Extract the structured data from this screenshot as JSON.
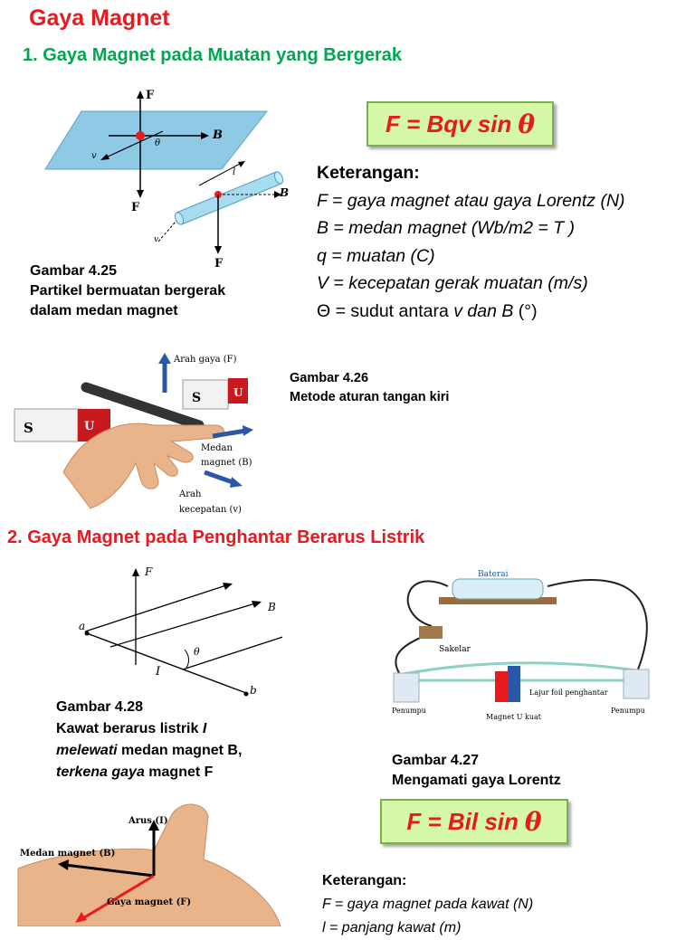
{
  "title": "Gaya Magnet",
  "section1": {
    "heading": "1. Gaya Magnet pada Muatan yang Bergerak"
  },
  "formula1": {
    "text": "F = Bqv sin",
    "symbol": "θ"
  },
  "keterangan1": {
    "heading": "Keterangan:",
    "lines": [
      "F = gaya magnet atau gaya Lorentz (N)",
      "B = medan magnet (Wb/m2 = T )",
      "q = muatan (C)",
      "V = kecepatan gerak muatan (m/s)"
    ],
    "theta_line": {
      "symbol": "Θ",
      "text1": " = sudut antara ",
      "text2": "v dan B",
      "text3": " (°)"
    }
  },
  "fig425": {
    "caption1": "Gambar 4.25",
    "caption2": "Partikel bermuatan bergerak",
    "caption3": "dalam medan magnet",
    "labels": {
      "F": "F",
      "B": "B",
      "v": "v",
      "theta": "θ",
      "l": "l"
    }
  },
  "fig426": {
    "caption1": "Gambar 4.26",
    "caption2": "Metode aturan tangan kiri",
    "labels": {
      "arah_gaya": "Arah gaya (F)",
      "medan1": "Medan",
      "medan2": "magnet (B)",
      "arah": "Arah",
      "kecepatan": "kecepatan (v)",
      "S": "S",
      "U": "U"
    }
  },
  "section2": {
    "heading": "2. Gaya Magnet pada Penghantar Berarus Listrik"
  },
  "fig428": {
    "caption1": "Gambar 4.28",
    "caption2a": "Kawat berarus listrik ",
    "caption2b": "I",
    "caption3a": "melewati",
    "caption3b": " medan magnet B,",
    "caption4a": "terkena gaya",
    "caption4b": " magnet F",
    "labels": {
      "F": "F",
      "B": "B",
      "a": "a",
      "b": "b",
      "I": "I",
      "theta": "θ"
    }
  },
  "fig427": {
    "caption1": "Gambar 4.27",
    "caption2": "Mengamati gaya Lorentz",
    "labels": {
      "baterai": "Baterai",
      "sakelar": "Sakelar",
      "lajur": "Lajur foil penghantar",
      "penumpu_left": "Penumpu",
      "penumpu_right": "Penumpu",
      "magnet": "Magnet U kuat"
    }
  },
  "formula2": {
    "text": "F = Bil sin",
    "symbol": "θ"
  },
  "fig_hand2": {
    "labels": {
      "arus": "Arus (I)",
      "medan": "Medan magnet (B)",
      "gaya": "Gaya magnet (F)"
    }
  },
  "keterangan2": {
    "heading": "Keterangan:",
    "lines": [
      "F = gaya magnet pada kawat (N)",
      "l = panjang kawat (m)"
    ]
  }
}
